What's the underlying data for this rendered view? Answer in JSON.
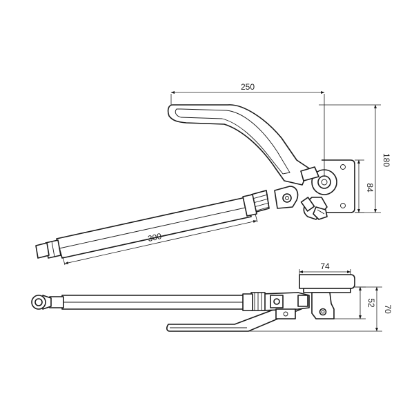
{
  "dimensions": {
    "lever_reach": "250",
    "total_height": "180",
    "mount_height": "84",
    "rod_length": "300",
    "plate_width": "74",
    "side_mount_height": "52",
    "side_total_height": "70"
  }
}
